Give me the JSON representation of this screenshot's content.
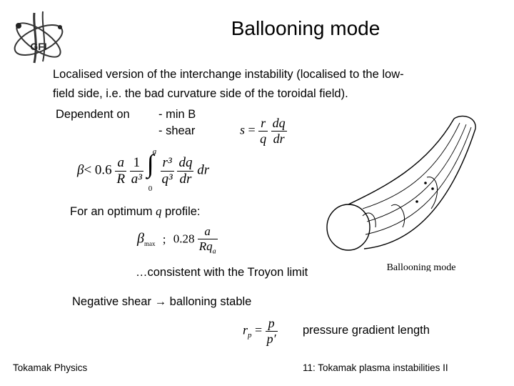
{
  "slide": {
    "title": "Ballooning mode",
    "intro_line1": "Localised version of the interchange instability (localised to the low-",
    "intro_line2": "field side, i.e. the bad curvature side of the toroidal field).",
    "dependent_label": "Dependent on",
    "dep_item_1": "- min B",
    "dep_item_2": "- shear",
    "optimum_prefix": "For an optimum",
    "optimum_q": "q",
    "optimum_suffix": "profile:",
    "troyon_text": "…consistent with the Troyon limit",
    "negative_shear_prefix": "Negative shear",
    "negative_shear_arrow": "→",
    "negative_shear_suffix": "balloning stable",
    "pressure_label": "pressure gradient length",
    "figure_caption": "Ballooning mode"
  },
  "formulas": {
    "shear": {
      "lhs": "s",
      "eq": "=",
      "num1": "r",
      "den1": "q",
      "num2": "dq",
      "den2": "dr"
    },
    "beta_limit": {
      "beta": "β",
      "lt": "< 0.6",
      "f1_num": "a",
      "f1_den": "R",
      "f2_num": "1",
      "f2_den": "a³",
      "int_upper": "a",
      "int_lower": "0",
      "f3_num": "r³",
      "f3_den": "q³",
      "f4_num": "dq",
      "f4_den": "dr",
      "tail": "dr"
    },
    "beta_max": {
      "beta": "β",
      "sub": "max",
      "sep": ";",
      "coef": "0.28",
      "num": "a",
      "den": "Rq",
      "den_sub": "a"
    },
    "rp": {
      "lhs": "r",
      "lhs_sub": "p",
      "eq": "=",
      "num": "p",
      "den": "p′"
    }
  },
  "footer": {
    "left": "Tokamak Physics",
    "right": "11: Tokamak plasma instabilities II"
  },
  "logo": {
    "text": "GFI"
  }
}
